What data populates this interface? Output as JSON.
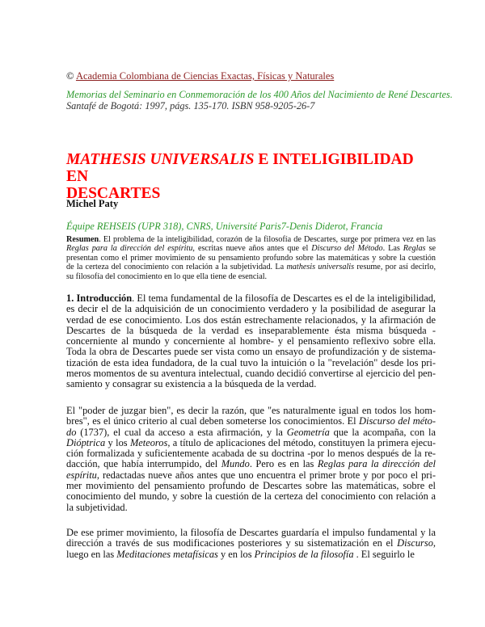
{
  "header": {
    "copyright_symbol": "©",
    "publisher_link": "Academia Colombiana de Ciencias Exactas, Físicas y Naturales",
    "source_line": "Memorias del Seminario en Conmemoración de los 400 Años del Nacimiento de René Descartes.",
    "citation": "Santafé de Bogotá: 1997, págs. 135-170. ISBN 958-9205-26-7",
    "colors": {
      "link": "#8e2323",
      "green": "#2e9a2e",
      "title": "#ff0000"
    }
  },
  "title": {
    "italic_part": "MATHESIS UNIVERSALIS",
    "rest_line1": " E INTELIGIBILIDAD EN",
    "line2": "DESCARTES"
  },
  "author": "Michel Paty",
  "affiliation": "Équipe REHSEIS (UPR 318), CNRS, Université Paris7-Denis Diderot, Francia",
  "abstract": [
    [
      {
        "t": "Resumen",
        "b": 1
      },
      {
        "t": ". El problema de la inteligibilidad, corazón de la filosofía de Descartes, surge por primera vez en las"
      }
    ],
    [
      {
        "t": "Reglas para la dirección del espíritu",
        "i": 1
      },
      {
        "t": ", escritas nueve años antes que el "
      },
      {
        "t": "Discurso del Método",
        "i": 1
      },
      {
        "t": ". Las "
      },
      {
        "t": "Reglas",
        "i": 1
      },
      {
        "t": " se"
      }
    ],
    [
      {
        "t": "presentan como el primer movimiento de su pensamiento profundo sobre las matemáticas y sobre la cuestión"
      }
    ],
    [
      {
        "t": "de la certeza del conocimiento con relación a la subjetividad. La "
      },
      {
        "t": "mathesis universalis",
        "i": 1
      },
      {
        "t": " resume, por así decirlo,"
      }
    ],
    [
      {
        "t": "su filosofía del conocimiento en lo que ella tiene de esencial."
      }
    ]
  ],
  "paragraphs": [
    [
      [
        {
          "t": "1. Introducción",
          "b": 1
        },
        {
          "t": ". El tema fundamental de la filosofía de Descartes es el de la inteligibilidad,"
        }
      ],
      [
        {
          "t": "es decir el de la adquisición de un conocimiento verdadero y la posibilidad de asegurar la"
        }
      ],
      [
        {
          "t": "verdad de ese conocimiento. Los dos están estrechamente relacionados, y la afirmación de"
        }
      ],
      [
        {
          "t": "Descartes de la búsqueda de la verdad es inseparablemente ésta misma búsqueda -"
        }
      ],
      [
        {
          "t": "concerniente al mundo y concerniente al hombre- y el pensamiento reflexivo sobre ella."
        }
      ],
      [
        {
          "t": "Toda la obra de Descartes puede ser vista como un ensayo de profundización y de sistema-"
        }
      ],
      [
        {
          "t": "tización de esta idea fundadora, de la cual tuvo la intuición o la \"revelación\" desde los pri-"
        }
      ],
      [
        {
          "t": "meros momentos de su aventura intelectual, cuando decidió convertirse al ejercicio del pen-"
        }
      ],
      [
        {
          "t": "samiento y consagrar su existencia a la búsqueda de la verdad."
        }
      ]
    ],
    [
      [
        {
          "t": "El \"poder de juzgar bien\", es decir la razón, que \"es naturalmente igual en todos los hom-"
        }
      ],
      [
        {
          "t": "bres\", es el único criterio al cual deben someterse los conocimientos. El "
        },
        {
          "t": "Discurso del méto-",
          "i": 1
        }
      ],
      [
        {
          "t": "do",
          "i": 1
        },
        {
          "t": " (1737), el cual da acceso a esta afirmación, y la "
        },
        {
          "t": "Geometría",
          "i": 1
        },
        {
          "t": " que la acompaña, con la"
        }
      ],
      [
        {
          "t": "Dióptrica",
          "i": 1
        },
        {
          "t": " y los "
        },
        {
          "t": "Meteoros",
          "i": 1
        },
        {
          "t": ", a título de aplicaciones del método, constituyen la primera ejecu-"
        }
      ],
      [
        {
          "t": "ción formalizada y suficientemente acabada de su doctrina -por lo menos después de la re-"
        }
      ],
      [
        {
          "t": "dacción, que había interrumpido, del "
        },
        {
          "t": "Mundo",
          "i": 1
        },
        {
          "t": ". Pero es en las "
        },
        {
          "t": "Reglas para la dirección del",
          "i": 1
        }
      ],
      [
        {
          "t": "espíritu",
          "i": 1
        },
        {
          "t": ", redactadas nueve años antes que uno encuentra el primer brote y por poco el pri-"
        }
      ],
      [
        {
          "t": "mer movimiento del pensamiento profundo de Descartes sobre las matemáticas, sobre el"
        }
      ],
      [
        {
          "t": "conocimiento del mundo, y sobre la cuestión de la certeza del conocimiento con relación a"
        }
      ],
      [
        {
          "t": "la subjetividad."
        }
      ]
    ],
    [
      [
        {
          "t": "De ese primer movimiento, la filosofía de Descartes guardaría el impulso fundamental y la"
        }
      ],
      [
        {
          "t": "dirección a través de sus modificaciones posteriores y su sistematización en el "
        },
        {
          "t": "Discurso",
          "i": 1
        },
        {
          "t": ","
        }
      ],
      [
        {
          "t": "luego en las "
        },
        {
          "t": "Meditaciones metafísicas",
          "i": 1
        },
        {
          "t": " y en los "
        },
        {
          "t": "Principios de la filosofía",
          "i": 1
        },
        {
          "t": " . El seguirlo le"
        }
      ]
    ]
  ]
}
